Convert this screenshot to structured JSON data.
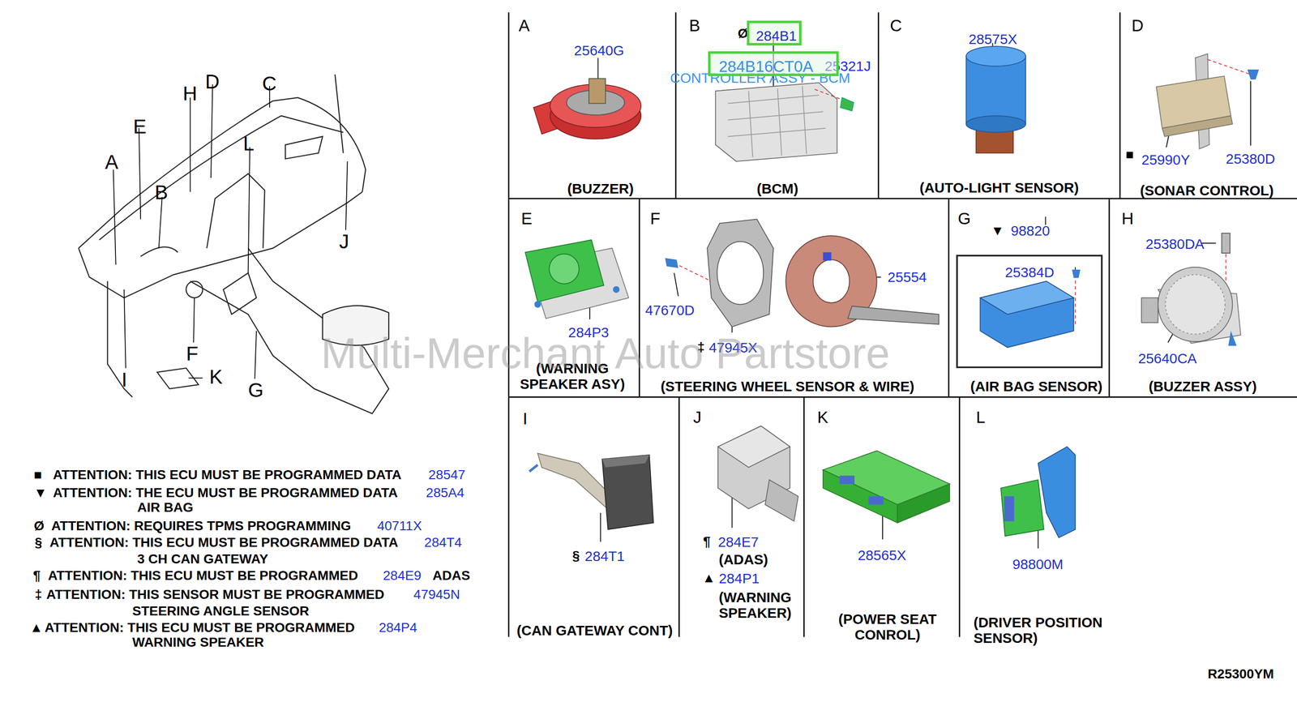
{
  "diagram": {
    "nodes": [
      {
        "text": [
          "A",
          "25640G",
          "(BUZZER)"
        ]
      },
      {
        "text": [
          "B",
          "Ø",
          "25321J",
          "CONTROLLER ASSY - BCM",
          "(BCM)"
        ]
      },
      {
        "text": [
          "284B1"
        ],
        "in": 1
      },
      {
        "text": [
          "284B16CT0A"
        ],
        "in": 1
      },
      {
        "text": [
          "C",
          "28575X",
          "(AUTO-LIGHT SENSOR)"
        ]
      },
      {
        "text": [
          "D",
          "■",
          "25990Y",
          "25380D",
          "(SONAR CONTROL)"
        ]
      },
      {
        "text": [
          "E",
          "284P3",
          "(WARNING SPEAKER ASY)"
        ]
      },
      {
        "text": [
          "F",
          "47670D",
          "‡",
          "47945X",
          "25554",
          "(STEERING WHEEL SENSOR & WIRE)"
        ]
      },
      {
        "text": [
          "G",
          "▼",
          "98820",
          "(AIR BAG SENSOR)"
        ]
      },
      {
        "text": [
          "25384D"
        ],
        "in": 8
      },
      {
        "text": [
          "H",
          "25380DA",
          "25640CA",
          "(BUZZER ASSY)"
        ]
      },
      {
        "text": [
          "I",
          "§",
          "284T1",
          "(CAN GATEWAY CONT)"
        ]
      },
      {
        "text": [
          "J",
          "¶",
          "284E7",
          "(ADAS)",
          "▲",
          "284P1",
          "(WARNING SPEAKER)"
        ]
      },
      {
        "text": [
          "K",
          "28565X",
          "(POWER SEAT CONROL)"
        ]
      },
      {
        "text": [
          "L",
          "98800M",
          "(DRIVER POSITION SENSOR)"
        ]
      }
    ],
    "labels": [
      "A",
      "E",
      "H",
      "D",
      "C",
      "B",
      "L",
      "J",
      "F",
      "I",
      "K",
      "G",
      "■",
      "ATTENTION: THIS ECU MUST BE PROGRAMMED DATA",
      "28547",
      "▼",
      "ATTENTION: THE ECU MUST BE PROGRAMMED DATA",
      "285A4",
      "AIR BAG",
      "Ø",
      "ATTENTION: REQUIRES TPMS PROGRAMMING",
      "40711X",
      "§",
      "ATTENTION: THIS ECU MUST BE PROGRAMMED DATA",
      "284T4",
      "3 CH CAN GATEWAY",
      "¶",
      "ATTENTION: THIS ECU MUST BE PROGRAMMED",
      "284E9",
      "ADAS",
      "‡",
      "ATTENTION: THIS SENSOR MUST BE PROGRAMMED",
      "47945N",
      "STEERING ANGLE SENSOR",
      "▲",
      "ATTENTION: THIS ECU MUST BE PROGRAMMED",
      "284P4",
      "WARNING SPEAKER",
      "R25300YM",
      "Multi-Merchant Auto Partstore"
    ]
  }
}
